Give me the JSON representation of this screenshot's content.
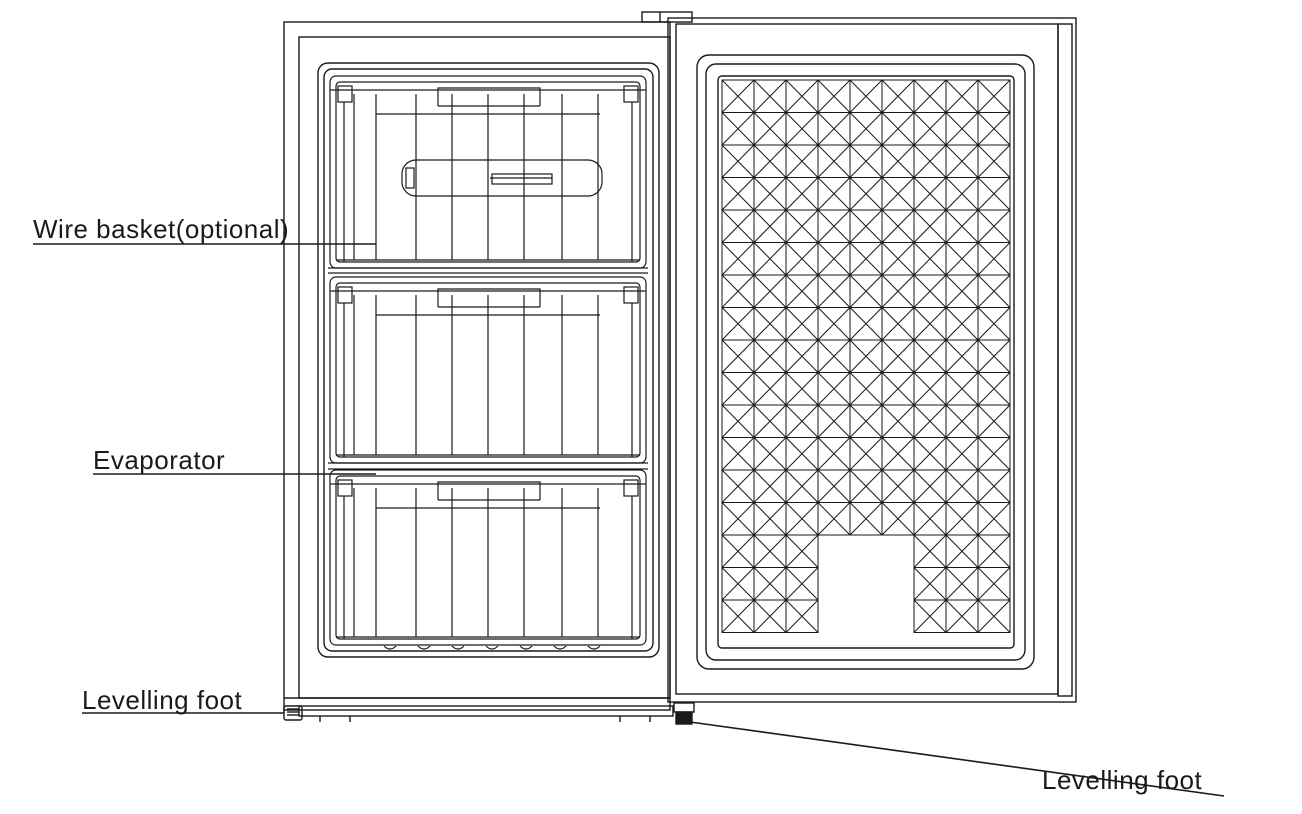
{
  "labels": {
    "wire_basket": "Wire basket(optional)",
    "evaporator": "Evaporator",
    "levelling_foot_left": "Levelling foot",
    "levelling_foot_right": "Levelling foot"
  },
  "colors": {
    "line": "#1a1a1a",
    "background": "#ffffff"
  }
}
